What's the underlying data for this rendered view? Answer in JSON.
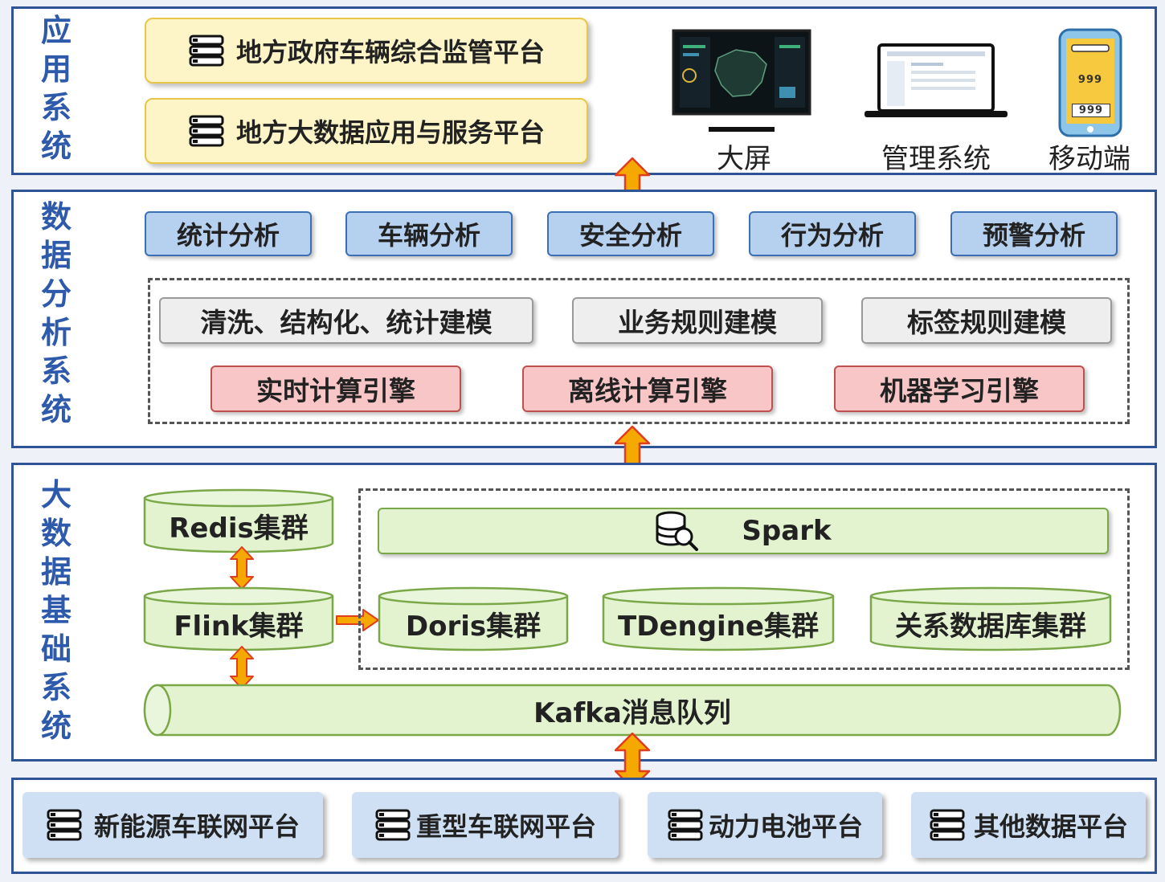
{
  "layers": {
    "application": {
      "title": [
        "应",
        "用",
        "系",
        "统"
      ],
      "platforms": [
        "地方政府车辆综合监管平台",
        "地方大数据应用与服务平台"
      ],
      "devices": [
        "大屏",
        "管理系统",
        "移动端"
      ],
      "phone_digits": [
        "999",
        "999"
      ]
    },
    "analysis": {
      "title": [
        "数",
        "据",
        "分",
        "析",
        "系",
        "统"
      ],
      "analyses": [
        "统计分析",
        "车辆分析",
        "安全分析",
        "行为分析",
        "预警分析"
      ],
      "modeling": [
        "清洗、结构化、统计建模",
        "业务规则建模",
        "标签规则建模"
      ],
      "engines": [
        "实时计算引擎",
        "离线计算引擎",
        "机器学习引擎"
      ]
    },
    "infrastructure": {
      "title": [
        "大",
        "数",
        "据",
        "基",
        "础",
        "系",
        "统"
      ],
      "redis": "Redis集群",
      "flink": "Flink集群",
      "spark": "Spark",
      "doris": "Doris集群",
      "tdengine": "TDengine集群",
      "relational": "关系数据库集群",
      "kafka": "Kafka消息队列"
    },
    "sources": {
      "platforms": [
        "新能源车联网平台",
        "重型车联网平台",
        "动力电池平台",
        "其他数据平台"
      ]
    }
  },
  "colors": {
    "border": "#2e5496",
    "title": "#2e5aac",
    "arrow": "#f5a800",
    "arrow_edge": "#e03c1e"
  }
}
